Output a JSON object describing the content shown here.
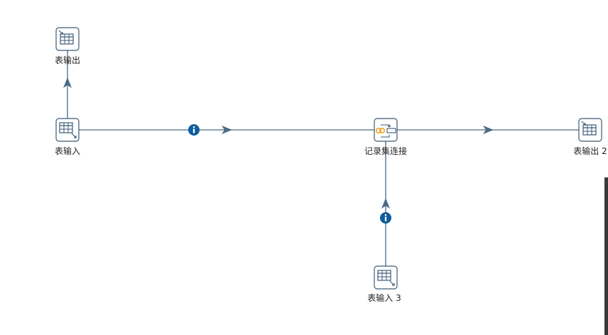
{
  "diagram": {
    "steps": [
      {
        "id": "table-output",
        "label": "表输出",
        "kind": "table-output"
      },
      {
        "id": "table-input",
        "label": "表输入",
        "kind": "table-input"
      },
      {
        "id": "merge-join",
        "label": "记录集连接",
        "kind": "merge-join"
      },
      {
        "id": "table-output-2",
        "label": "表输出 2",
        "kind": "table-output"
      },
      {
        "id": "table-input-3",
        "label": "表输入 3",
        "kind": "table-input"
      }
    ],
    "hops": [
      {
        "from": "table-input",
        "to": "table-output",
        "info": false
      },
      {
        "from": "table-input",
        "to": "merge-join",
        "info": true
      },
      {
        "from": "merge-join",
        "to": "table-output-2",
        "info": false
      },
      {
        "from": "table-input-3",
        "to": "merge-join",
        "info": true
      }
    ],
    "colors": {
      "hop": "#4a6a85",
      "step_border": "#3c5a75",
      "info_badge": "#0f5c9e",
      "merge_accent": "#f0a020"
    }
  }
}
